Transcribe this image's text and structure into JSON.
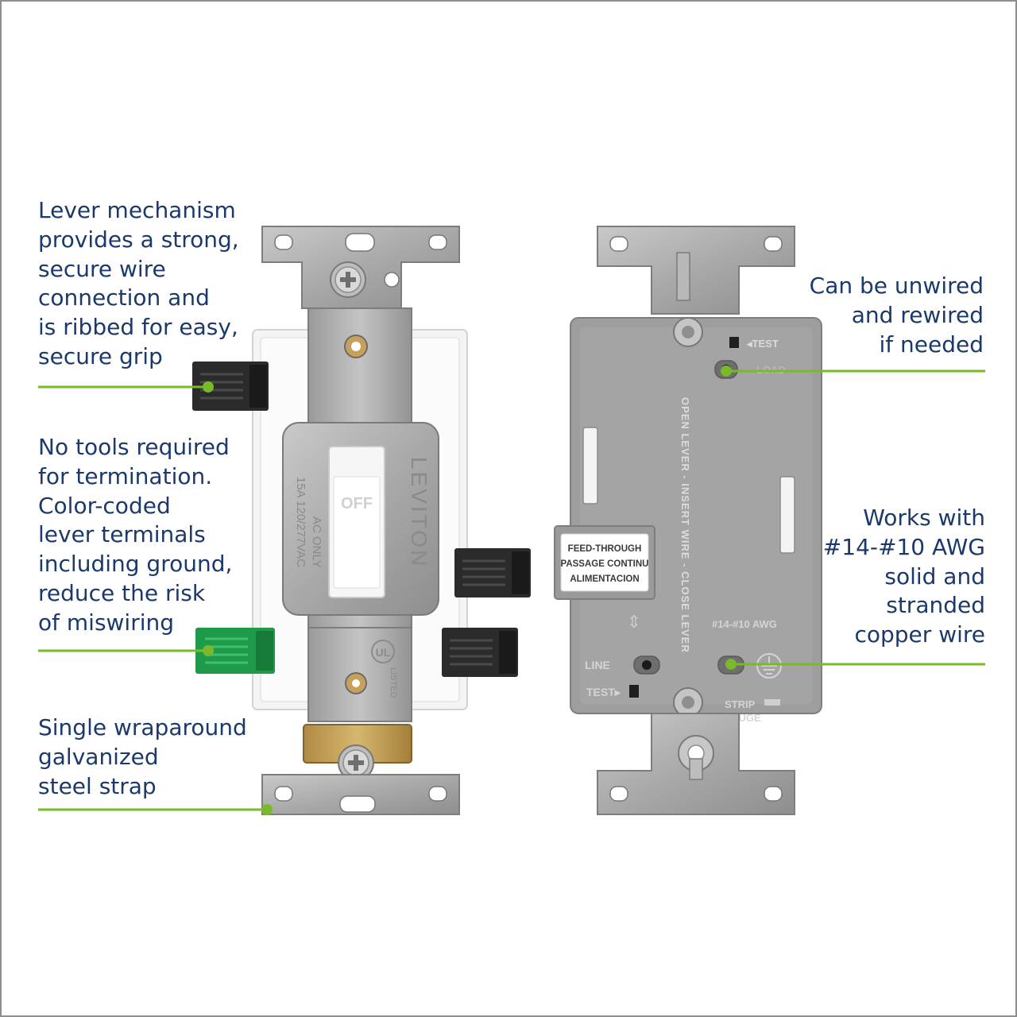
{
  "colors": {
    "text": "#1b3a6b",
    "accent": "#7ab929",
    "frame": "#8f8f8f"
  },
  "callouts": [
    {
      "text": "Lever mechanism\nprovides a strong,\nsecure wire\nconnection and\nis ribbed for easy,\nsecure grip"
    },
    {
      "text": "No tools required\nfor termination.\nColor-coded\nlever terminals\nincluding ground,\nreduce the risk\nof miswiring"
    },
    {
      "text": "Single wraparound\ngalvanized\nsteel strap"
    },
    {
      "text": "Can be unwired\nand rewired\nif needed"
    },
    {
      "text": "Works with\n#14-#10 AWG\nsolid and\nstranded\ncopper wire"
    }
  ],
  "front": {
    "brand": "LEVITON",
    "toggle_label": "OFF",
    "rating_text": "15A 120/277VAC",
    "ac_only_text": "AC ONLY",
    "ul_mark": "UL",
    "listed_text": "LISTED"
  },
  "back": {
    "feedthrough_lines": [
      "FEED-THROUGH",
      "PASSAGE CONTINU",
      "ALIMENTACION"
    ],
    "lever_instruction": "OPEN LEVER - INSERT WIRE - CLOSE LEVER",
    "test_top": "TEST",
    "load": "LOAD",
    "awg": "#14-#10 AWG",
    "line": "LINE",
    "test_bottom": "TEST",
    "strip": "STRIP",
    "gauge": "GAUGE",
    "feedthrough_arrow_icon": "double-arrow-icon",
    "ground_icon": "ground-symbol-icon"
  }
}
